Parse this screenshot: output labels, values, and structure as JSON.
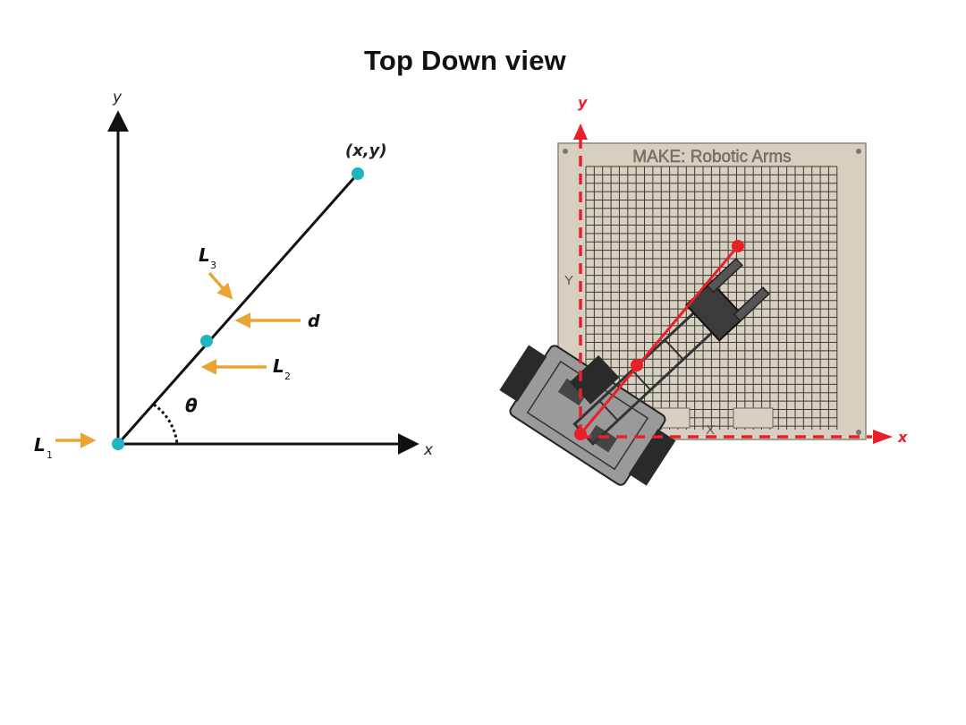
{
  "title": "Top Down view",
  "left_diagram": {
    "axis_y": "y",
    "axis_x": "x",
    "point_label": "(x,y)",
    "labels": {
      "L1": "L",
      "L1_sub": "1",
      "L2": "L",
      "L2_sub": "2",
      "L3": "L",
      "L3_sub": "3",
      "d": "d",
      "theta": "θ"
    }
  },
  "right_diagram": {
    "board_title": "MAKE: Robotic Arms",
    "axis_y": "y",
    "axis_x": "x",
    "board_y_mark": "Y",
    "board_x_mark": "X"
  },
  "colors": {
    "arrow": "#E8A535",
    "point": "#20B5C0",
    "axis_red": "#E8202A",
    "board": "#D7D0C0",
    "grid": "#3a3a3a"
  }
}
